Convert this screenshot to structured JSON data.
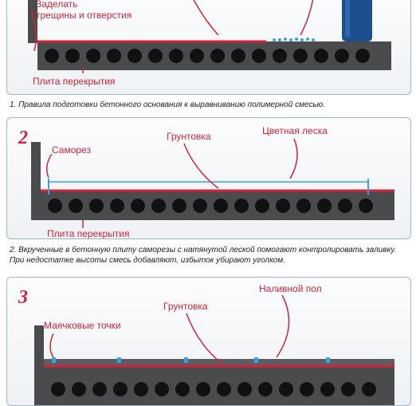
{
  "colors": {
    "accent": "#d2233b",
    "slab": "#4a4b4d",
    "hole": "#111111",
    "line_blue": "#3aa0e0",
    "bucket": "#1d4f8f"
  },
  "step1": {
    "label_fill": "Заделать\nтрещины и отверстия",
    "label_slab": "Плита перекрытия",
    "caption": "1. Правила подготовки бетонного основания к выравниванию полимерной смесью."
  },
  "step2": {
    "number": "2",
    "label_screw": "Саморез",
    "label_primer": "Грунтовка",
    "label_line": "Цветная леска",
    "label_slab": "Плита перекрытия",
    "caption": "2. Вкрученные в бетонную плиту саморезы с натянутой леской помогают контролировать заливку. При недостатке высоты смесь добавляют, избыток убирают уголком."
  },
  "step3": {
    "number": "3",
    "label_floor": "Наливной пол",
    "label_primer": "Грунтовка",
    "label_beacons": "Маячковые точки"
  }
}
